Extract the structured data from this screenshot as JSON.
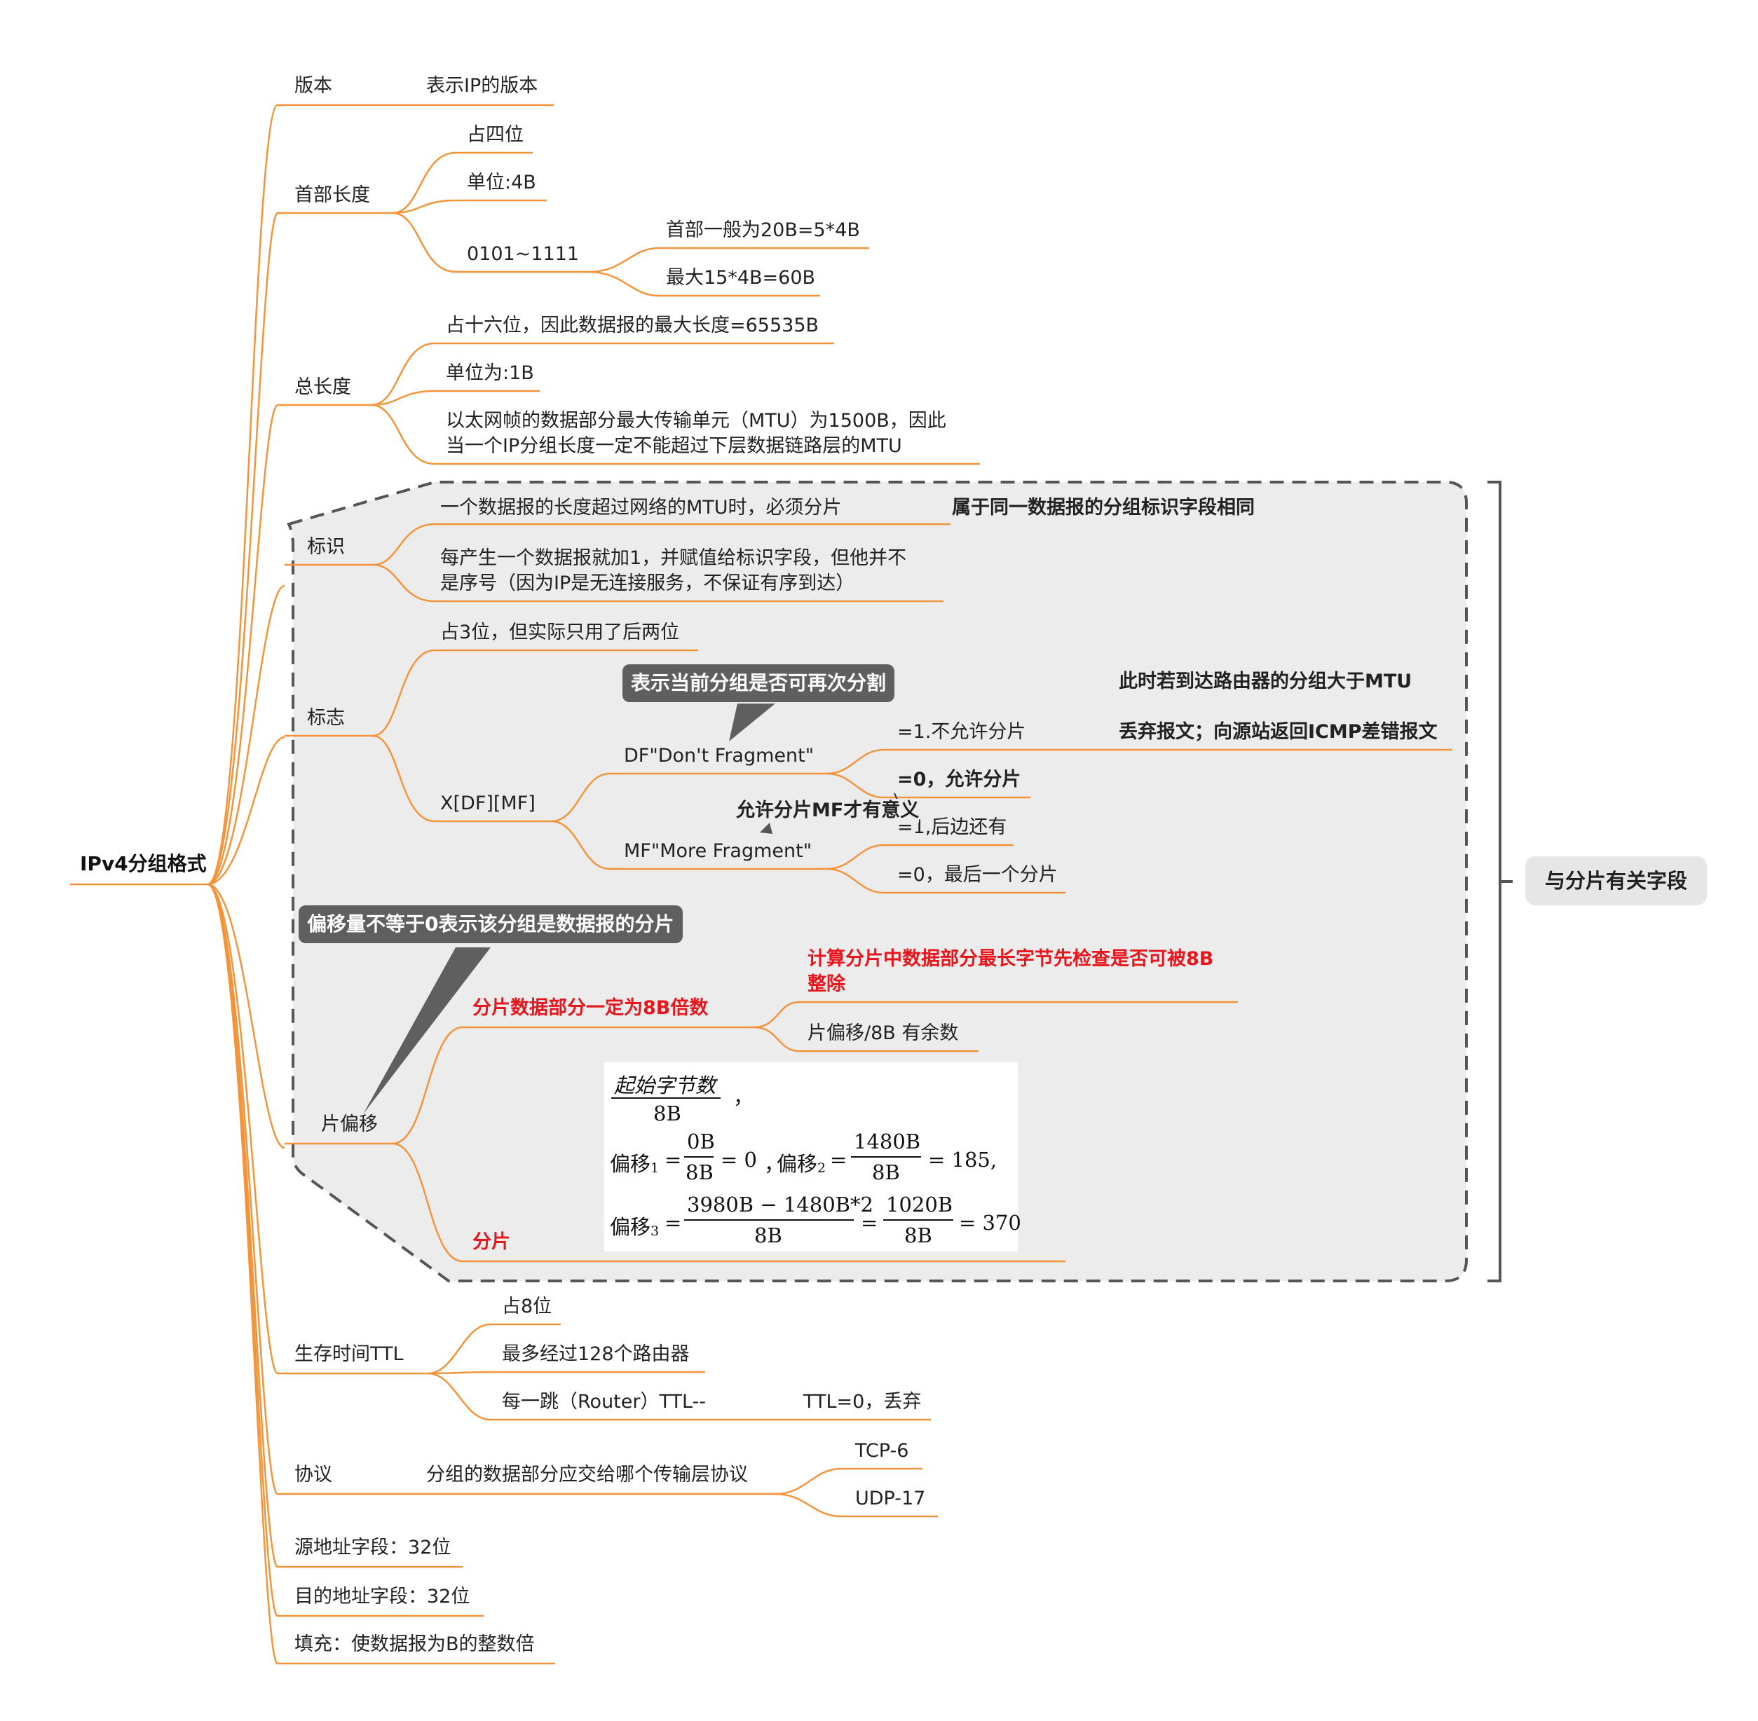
{
  "root": "IPv4分组格式",
  "summary": "与分片有关字段",
  "version": {
    "label": "版本",
    "desc": "表示IP的版本"
  },
  "header_length": {
    "label": "首部长度",
    "items": [
      "占四位",
      "单位:4B",
      "0101~1111"
    ],
    "range_children": [
      "首部一般为20B=5*4B",
      "最大15*4B=60B"
    ]
  },
  "total_length": {
    "label": "总长度",
    "items": [
      "占十六位，因此数据报的最大长度=65535B",
      "单位为:1B"
    ],
    "mtu_note": [
      "以太网帧的数据部分最大传输单元（MTU）为1500B，因此",
      "当一个IP分组长度一定不能超过下层数据链路层的MTU"
    ]
  },
  "identification": {
    "label": "标识",
    "item1": "一个数据报的长度超过网络的MTU时，必须分片",
    "note": "属于同一数据报的分组标识字段相同",
    "item2": [
      "每产生一个数据报就加1，并赋值给标识字段，但他并不",
      "是序号（因为IP是无连接服务，不保证有序到达）"
    ]
  },
  "flags": {
    "label": "标志",
    "item1": "占3位，但实际只用了后两位",
    "xdfmf": "X[DF][MF]",
    "df": "DF\"Don't Fragment\"",
    "df_callout": "表示当前分组是否可再次分割",
    "df_no": "=1.不允许分片",
    "df_yes": "=0，允许分片",
    "df_note1": "此时若到达路由器的分组大于MTU",
    "df_note2": "丢弃报文；向源站返回ICMP差错报文",
    "mf": "MF\"More Fragment\"",
    "mf_note": "允许分片MF才有意义",
    "mf_more": "=1,后边还有",
    "mf_last": "=0，最后一个分片"
  },
  "fragment_offset": {
    "label": "片偏移",
    "callout": "偏移量不等于0表示该分组是数据报的分片",
    "data_rule": "分片数据部分一定为8B倍数",
    "check": [
      "计算分片中数据部分最长字节先检查是否可被8B",
      "整除"
    ],
    "remainder": "片偏移/8B  有余数",
    "fragment": "分片",
    "formula": {
      "start_bytes": "起始字节数",
      "eight_b": "8B",
      "offset": "偏移",
      "sub1": "1",
      "sub2": "2",
      "sub3": "3",
      "zero_b": "0B",
      "eq0": "= 0",
      "n1480": "1480B",
      "eq185": "= 185,",
      "n3980": "3980B − 1480B*2",
      "n1020": "1020B",
      "eq370": "= 370",
      "eq": "=",
      "comma": "，"
    }
  },
  "ttl": {
    "label": "生存时间TTL",
    "items": [
      "占8位",
      "最多经过128个路由器",
      "每一跳（Router）TTL--"
    ],
    "hop_child": "TTL=0，丢弃"
  },
  "protocol": {
    "label": "协议",
    "desc": "分组的数据部分应交给哪个传输层协议",
    "children": [
      "TCP-6",
      "UDP-17"
    ]
  },
  "source_addr": "源地址字段：32位",
  "dest_addr": "目的地址字段：32位",
  "padding": "填充：使数据报为B的整数倍",
  "colors": {
    "branch": "#f4943a",
    "dashed_border": "#555555",
    "region_fill": "#ececec",
    "red": "#e8161c",
    "callout": "#5f5f5f"
  }
}
